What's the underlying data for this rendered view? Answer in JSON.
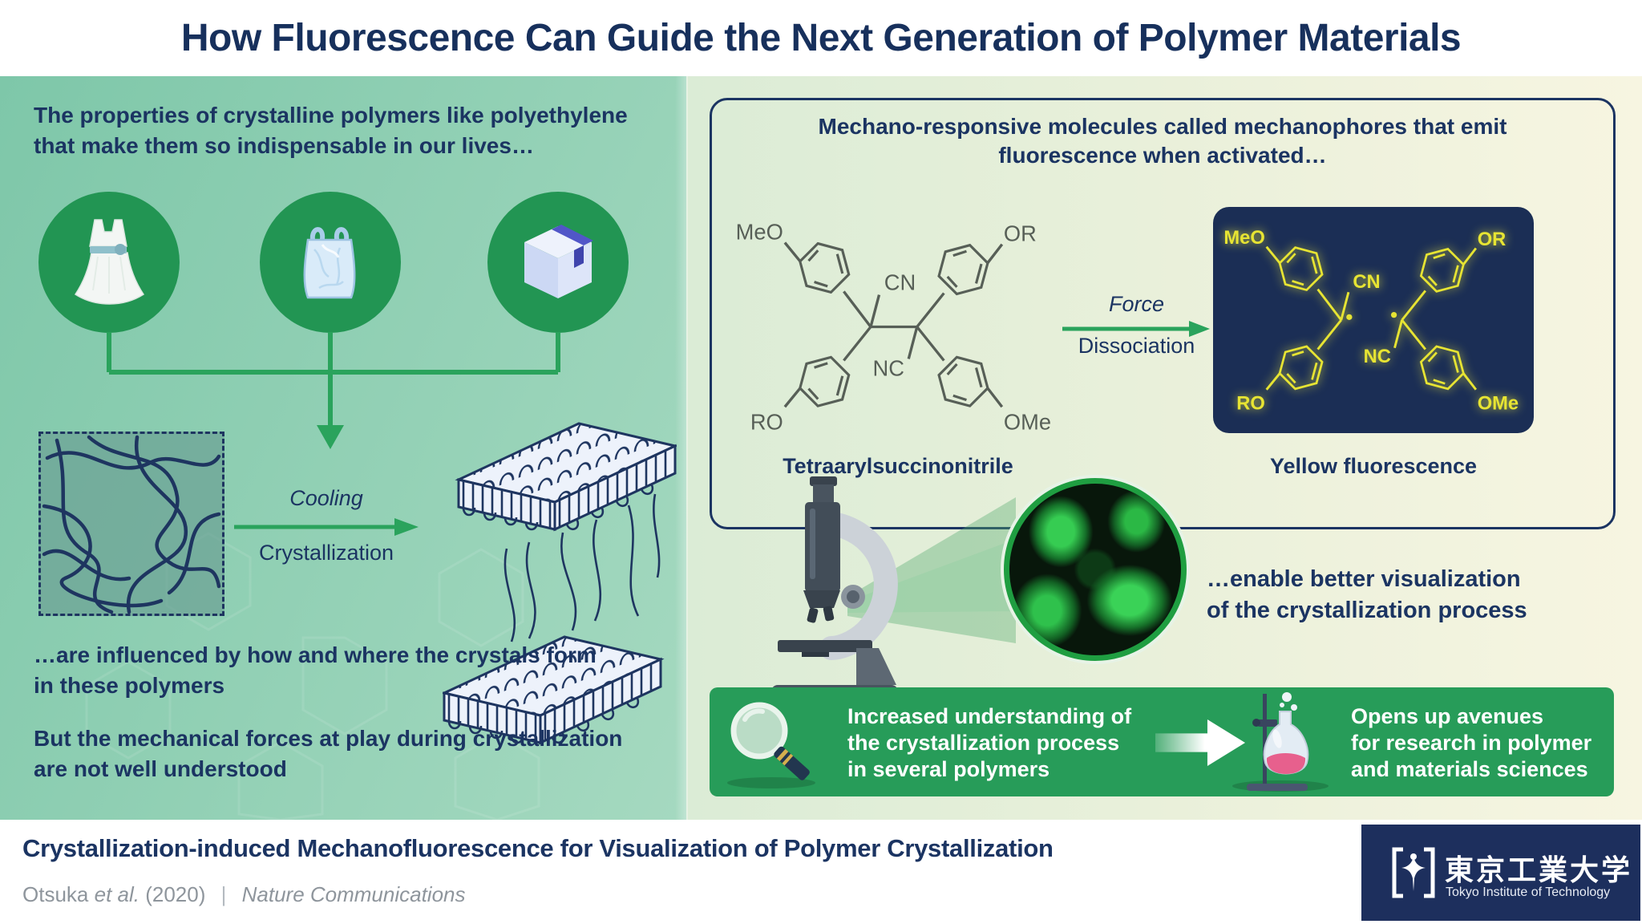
{
  "header": {
    "title": "How Fluorescence Can Guide the Next Generation of Polymer Materials"
  },
  "left": {
    "intro": [
      "The properties of crystalline polymers like polyethylene",
      "that make them so indispensable in our lives…"
    ],
    "product_icons": [
      "dress-icon",
      "plastic-bag-icon",
      "package-box-icon"
    ],
    "process_arrow": {
      "top": "Cooling",
      "bottom": "Crystallization"
    },
    "influence": [
      "…are influenced by how and where the crystals form",
      "in these polymers"
    ],
    "forces": [
      "But the mechanical forces at play during crystallization",
      "are not well understood"
    ]
  },
  "mech": {
    "heading": [
      "Mechano-responsive molecules called mechanophores that emit",
      "fluorescence when activated…"
    ],
    "labels": {
      "meo": "MeO",
      "or": "OR",
      "cn": "CN",
      "nc": "NC",
      "ro": "RO",
      "ome": "OMe"
    },
    "force_arrow": {
      "top": "Force",
      "bottom": "Dissociation"
    },
    "left_caption": "Tetraarylsuccinonitrile",
    "right_caption": "Yellow fluorescence"
  },
  "viz": {
    "text": [
      "…enable better visualization",
      "of the crystallization process"
    ]
  },
  "banner": {
    "left_lines": [
      "Increased understanding of",
      "the crystallization process",
      "in several polymers"
    ],
    "right_lines": [
      "Opens up avenues",
      "for research in polymer",
      "and materials sciences"
    ]
  },
  "footer": {
    "paper_title": "Crystallization-induced Mechanofluorescence for Visualization of Polymer Crystallization",
    "citation": {
      "authors": "Otsuka",
      "et_al": "et al.",
      "year": "(2020)",
      "separator": "|",
      "journal": "Nature Communications"
    },
    "logo": {
      "jp": "東京工業大学",
      "en": "Tokyo Institute of Technology"
    }
  },
  "colors": {
    "navy": "#1b3462",
    "accent_green": "#2aa35c",
    "banner_green": "#279c59",
    "circle_green": "#229553",
    "dark_box": "#1b2e55",
    "yellow": "#e7e433",
    "cream": "#f7f5e1",
    "mint": "#7ec7a9"
  }
}
